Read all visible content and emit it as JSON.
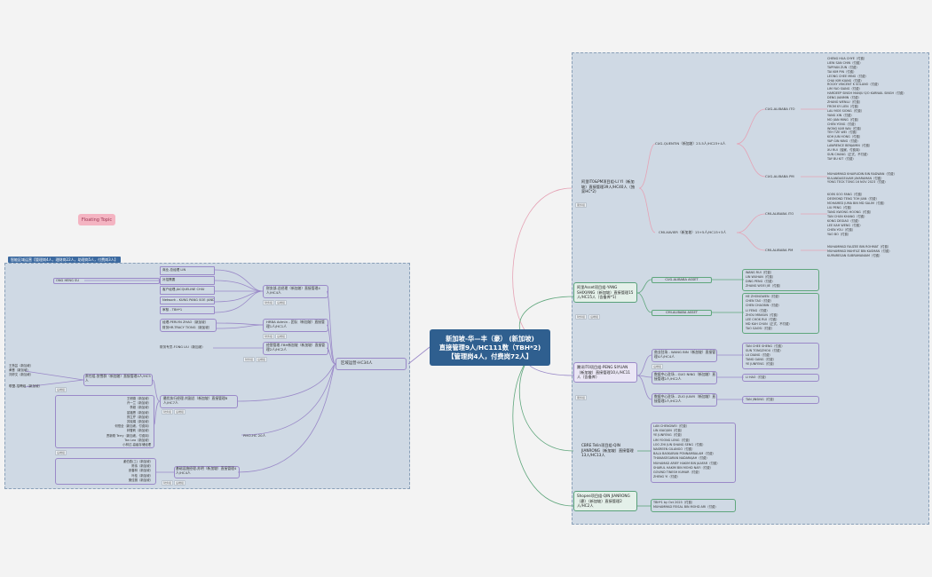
{
  "root": {
    "line1": "新加坡-华—丰（豪） (新加坡)",
    "line2": "直接管理9人/HC111数（TBH*2)",
    "line3": "【管理岗4人，付费岗72人】"
  },
  "floating_topic": "Floating Topic",
  "left_panel_label": "智能区域运营【管理岗4人，理财岗22人，助理岗5人，付费岗3人】",
  "left": {
    "hub": "区域运营-HC34人",
    "groups": [
      {
        "title": "财务部-总经理（新加坡）直接管理4人/HC4人",
        "tags": [
          "财务组",
          "后端组"
        ],
        "items": [
          "商业-总经理 LIN",
          "补招需要",
          "客户经理-JACQUELINE CHIU",
          "Network - KUNG PANG SOE (ANDY)",
          "审核 - TBH*1"
        ],
        "left_item": "ONG HENG SU"
      },
      {
        "title": "HRBA Admin - 团队（新加坡）直接管理1人/HC1人",
        "tags": [
          "财务组",
          "后端组"
        ],
        "items": [
          "经理-PERLYN ZHAO（新加坡）",
          "财务HR-TRACY TIONG（新加坡）"
        ]
      },
      {
        "title": "经营管理-TBH新加坡（新加坡）直接管理2人/HC2人",
        "tags": [
          "财务组",
          "后端组"
        ],
        "items": [
          "财务专员-FONG LIU（新加坡）"
        ]
      },
      {
        "title": "PMO-HC 20人",
        "tags": [],
        "items": []
      },
      {
        "title": "最优执行经理-刘副总（新加坡）直接管理8人/HC7人",
        "tags": [
          "财务组",
          "后端组"
        ],
        "sub": [
          {
            "title": "责任组-张雪群（新加坡）直接管理4人/HC5人",
            "tags": [
              "后端组"
            ],
            "items": [
              "王慧芸（新加坡）",
              "黄晋（新加坡）",
              "刘婷文（新加坡）"
            ],
            "extra": "联盟-招聘组（新加坡）"
          },
          {
            "title": "",
            "tags": [
              "后端组"
            ],
            "items": [
              "王明德（新加坡）",
              "许一兰（新加坡）",
              "李超（新加坡）",
              "苗福恩（新加坡）",
              "郑立芹（新加坡）",
              "苏晓娟（新加坡）",
              "何恒全（新加坡，付费岗）",
              "林雪莉（新加坡）",
              "贾新刚 Terry（新加坡，付费岗）",
              "Tan Lea（新加坡）",
              "小林达-高级存储经理"
            ]
          }
        ]
      },
      {
        "title": "基础设施经理-苏明（新加坡）直接管理4人/HC4人",
        "tags": [
          "财务组",
          "后端组"
        ],
        "items": [
          "谢伯勋(工)（新加坡）",
          "陈伟（新加坡）",
          "张春林（新加坡）",
          "叶桂（新加坡）",
          "樊佳丽（新加坡）"
        ]
      }
    ]
  },
  "right": {
    "branches": [
      {
        "title": "阿里IT0&PM项目组-LI YI（新加坡）直接管理39人/HC40人（独家HC*2)",
        "tag": "服务组",
        "subs": [
          {
            "title": "CUG-QUENTIN（新加坡）23-5人/HC23+4人",
            "teams": [
              {
                "name": "CUG-ALIBABA ITO",
                "members": [
                  "CHENG HUA CHYE（付费）",
                  "LIEW SAN CHIN（付费）",
                  "TAPIYAN ZUN（付费）",
                  "TAI KIM PIN（付费）",
                  "LEONG CHEE MING（付费）",
                  "CHAI KIM KIANG（付费）",
                  "ROCKY VINCENT K SOLANO（付费）",
                  "LIM YAO SIANG（付费）",
                  "HARDEEP SINGH MANJU S/O KARNAIL SINGH（付费）",
                  "DENG JIANMIN（付费）",
                  "ZHANG WENLU（付费）",
                  "FROM KY LIEN（付费）",
                  "LAU MOE SIONG（付费）",
                  "YANG XIN（付费）",
                  "MO JIAN MING（付费）",
                  "CHEN YONG（付费）",
                  "WONG KAR WAI（付费）",
                  "TEH TZE WEI（付费）",
                  "KOH JUN HONG（付费）",
                  "YAP GIN NING（付费）",
                  "LAWRENCE BENJAMIN（付费）",
                  "XU RUI（独家，付费岗）",
                  "SUN CHANG（正式，不付费）",
                  "TAY BU KIT（付费）"
                ]
              },
              {
                "name": "CUG-ALIBABA PM",
                "members": [
                  "MUHAMMAD KHAIRUDIN BIN RADWAN（付费）",
                  "KULANDASELVAM JAYARAMAN（付费）",
                  "YONG TECK TONG 16 NOV 2023（付费）"
                ]
              }
            ]
          },
          {
            "title": "CMI-XAVIER（新加坡）15+5人/HC15+3人",
            "teams": [
              {
                "name": "CMI-ALIBABA ITO",
                "members": [
                  "KOEK SOO FANG（付费）",
                  "DESMOND TENG TOH JIAN（付费）",
                  "MOHAMED JUMA BIN MD SALIM（付费）",
                  "LIU PENG（付费）",
                  "TANG KWONG HOONG（付费）",
                  "TAN CHUN KHANG（付费）",
                  "KONG DEGIAO（付费）",
                  "LEE KAH WENG（付费）",
                  "CHEN YOU（付费）",
                  "YAO BO（付费）"
                ]
              },
              {
                "name": "CMI-ALIBABA PM",
                "members": [
                  "MUHAMMAD FAUZEE BIN ROHMAT（付费）",
                  "MUHAMMAD MAHFUZ BIN KASMAN（付费）",
                  "KUPAIRESAN SUBRAMANIAM（付费）"
                ]
              }
            ]
          }
        ]
      },
      {
        "title": "阿里Asset项目组-YANG SHIXIANG（新加坡）直接管理15人/HC15人（含备库*1)",
        "tags": [
          "财务组",
          "后端组"
        ],
        "subs": [
          {
            "title": "CUG-ALIBABA ASSET",
            "members": [
              "WANG RUI（付费）",
              "LIN WUHAN（付费）",
              "DING PENG（付费）",
              "ZHANG WOEI JIE（付费）"
            ]
          },
          {
            "title": "CMI-ALIBABA ASSET",
            "members": [
              "HE ZHONGWEN（付费）",
              "CHEN TAO（付费）",
              "CHEN CHAOBIN（付费）",
              "LI FENG（付费）",
              "ZHOU MINXUN（付费）",
              "LEE CHOK RUI（付费）",
              "MD KAH CHUN（正式，不付费）",
              "TAO GAOSI（付费）"
            ]
          }
        ]
      },
      {
        "title": "腾讯IT0项目组-PENG SIYUAN（新加坡）直接管理10人/HC11人（含备库）",
        "tag": "服务组",
        "subs": [
          {
            "title": "商业驻场 - WANG BIN（新加坡）直接管理4人/HC4人",
            "tag": "后端组",
            "members": [
              "TAN CHEE SHENG（付费）",
              "SUN TONGZHOU（付费）",
              "LU DIANG（付费）",
              "TANG GANG（付费）",
              "YE JUNFENG（付费）"
            ]
          },
          {
            "title": "数据中心驻场 - GUO NING（新加坡）直接管理2人/HC2人",
            "members": [
              "LI HAO（付费）"
            ]
          },
          {
            "title": "数据中心驻场 - ZUO JUNYI（新加坡）直接管理2人/HC2人",
            "members": [
              "TAN JINSING（付费）"
            ]
          }
        ]
      },
      {
        "title": "CBRE Telin项目组-QIN JIANRONG（新加坡）直接管理13人/HC13人",
        "members": [
          "LAN CHENGWEI（付费）",
          "LIN XIAOJUN（付费）",
          "YE JUNFENG（付费）",
          "LIM YOONG LENG（付费）",
          "LOO ZHI JUN SHANG SENG（付费）",
          "NASREEN GILANGO（付费）",
          "BALA BASKARAN PONNAMBALAM（付费）",
          "THANASEGARAN NADARAJAH（付费）",
          "MUHAMAD ARIEF HAKIM BIN JAAFAR（付费）",
          "SHARUL HAKIM BIN MOHD NAFI（付费）",
          "GOVIND TINESH KUMAR（付费）",
          "ZHENG YI（付费）"
        ]
      },
      {
        "title": "Shopee项目组-QIN JIANRONG（豪）（新加坡）直接管理2人/HC2人",
        "members": [
          "TBH*1 by Oct 2023（付费）",
          "MUHAMMAD FEISAL BIN MOHD ARI（付费）"
        ]
      }
    ]
  }
}
